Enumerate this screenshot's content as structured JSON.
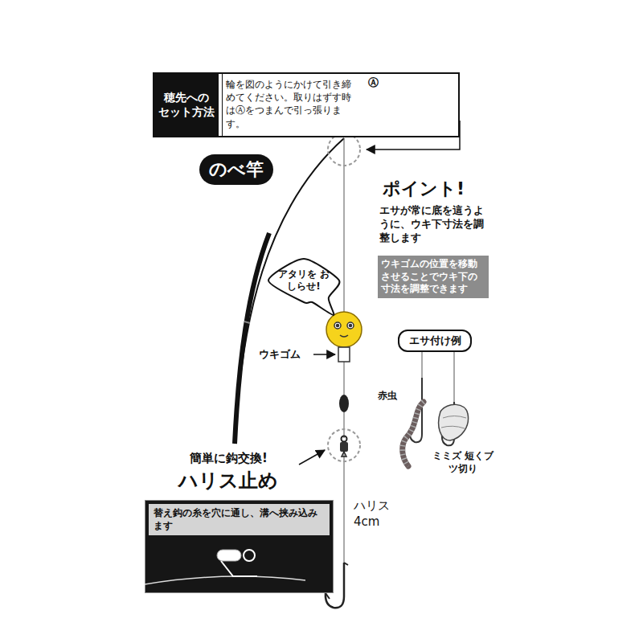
{
  "diagram": {
    "nodes": [
      {
        "text": []
      },
      {
        "text": [
          "穂先への セット方法"
        ],
        "in": 0
      },
      {
        "text": [
          "輪を図のようにかけて引き締めてください。取りはずす時はⒶをつまんで引っ張ります。"
        ],
        "in": 0
      },
      {
        "text": [
          "のべ竿"
        ]
      },
      {
        "text": [
          "ウキゴムの位置を移動させることでウキ下の寸法を調整できます"
        ]
      },
      {
        "text": [
          "アタリを おしらせ!"
        ]
      },
      {
        "text": [
          "エサ付け例"
        ]
      },
      {
        "text": [
          "替え鈎の糸を穴に通し、溝へ挟み込みます"
        ]
      }
    ],
    "labels": [
      "Ⓐ",
      "ポイント!",
      "エサが常に底を這うように、ウキ下寸法を調整します",
      "ウキゴム",
      "簡単に鈎交換!",
      "ハリス止め",
      "ハリス 4cm",
      "赤虫",
      "ミミズ 短くブツ切り"
    ]
  }
}
